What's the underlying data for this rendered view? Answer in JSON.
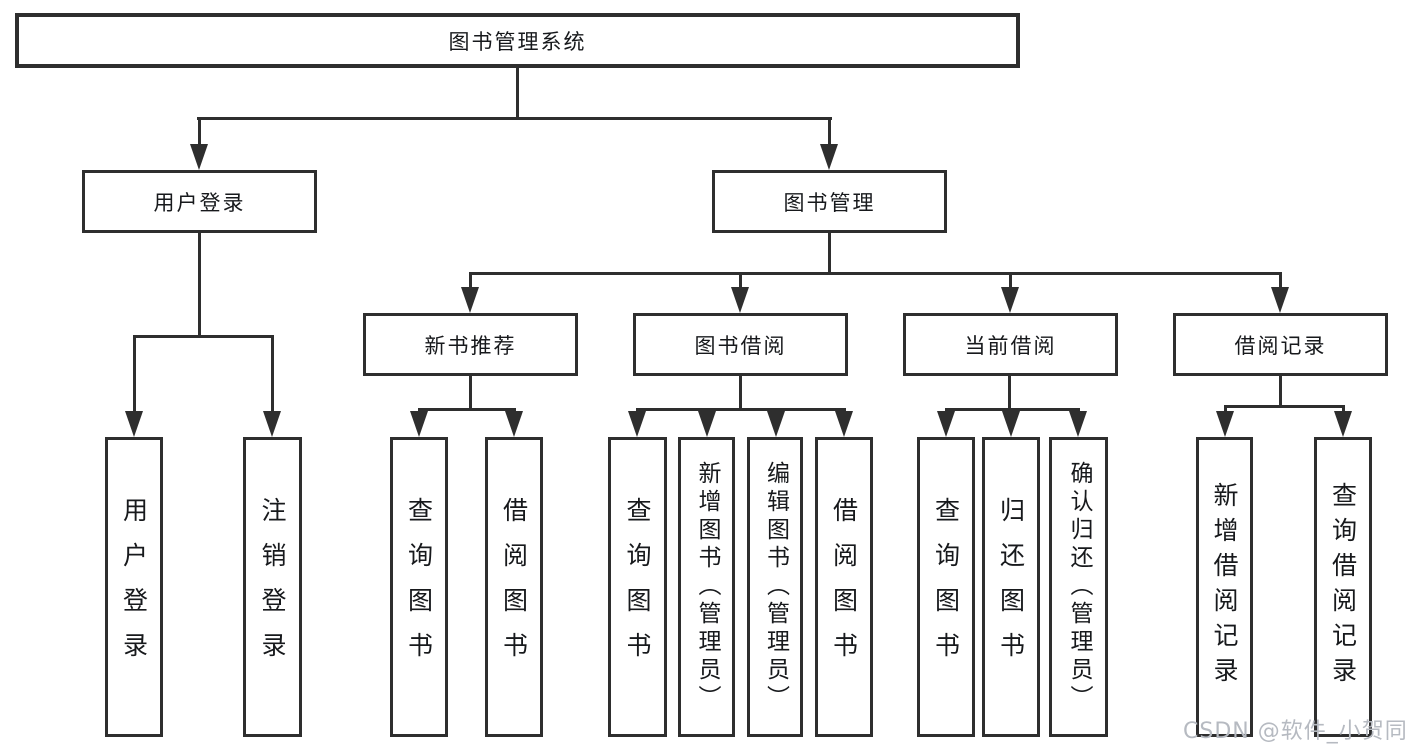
{
  "diagram": {
    "root": {
      "label": "图书管理系统"
    },
    "level2": [
      {
        "id": "user-login",
        "label": "用户登录"
      },
      {
        "id": "book-mgmt",
        "label": "图书管理"
      }
    ],
    "level3": [
      {
        "id": "new-book-recommend",
        "label": "新书推荐"
      },
      {
        "id": "book-borrow",
        "label": "图书借阅"
      },
      {
        "id": "current-borrow",
        "label": "当前借阅"
      },
      {
        "id": "borrow-record",
        "label": "借阅记录"
      }
    ],
    "leaves": {
      "user_login": [
        {
          "label": "用户登录"
        },
        {
          "label": "注销登录"
        }
      ],
      "new_book": [
        {
          "label": "查询图书"
        },
        {
          "label": "借阅图书"
        }
      ],
      "book_borrow": [
        {
          "label": "查询图书"
        },
        {
          "label": "新增图书（管理员）"
        },
        {
          "label": "编辑图书（管理员）"
        },
        {
          "label": "借阅图书"
        }
      ],
      "current_borrow": [
        {
          "label": "查询图书"
        },
        {
          "label": "归还图书"
        },
        {
          "label": "确认归还（管理员）"
        }
      ],
      "borrow_record": [
        {
          "label": "新增借阅记录"
        },
        {
          "label": "查询借阅记录"
        }
      ]
    }
  },
  "watermark": {
    "text": "CSDN @软件_小贺同学"
  },
  "colors": {
    "line": "#2e2e2e",
    "text": "#17191c",
    "background": "#ffffff",
    "watermark": "#b6bac1"
  }
}
